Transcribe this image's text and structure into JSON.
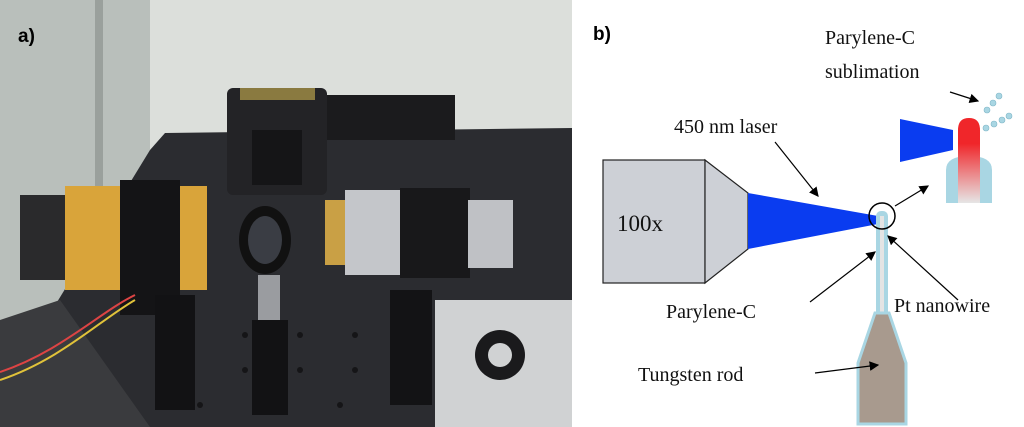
{
  "panel_a": {
    "label": "a)"
  },
  "panel_b": {
    "label": "b)",
    "objective_label": "100x",
    "laser_label": "450 nm laser",
    "sublimation_label_line1": "Parylene-C",
    "sublimation_label_line2": "sublimation",
    "parylene_label": "Parylene-C",
    "nanowire_label": "Pt nanowire",
    "tungsten_label": "Tungsten rod"
  },
  "colors": {
    "laser": "#0a3cf0",
    "objective": "#cdd0d6",
    "parylene": "#a9d6e3",
    "tungsten": "#a89a8e",
    "heat": "#f0262a"
  }
}
